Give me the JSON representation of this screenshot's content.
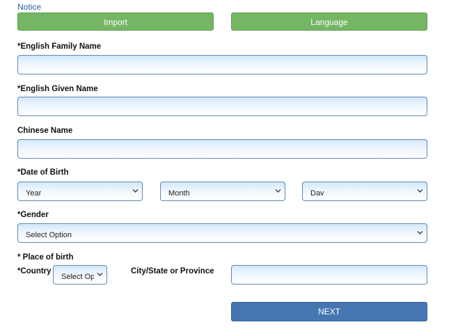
{
  "notice": {
    "label": "Notice"
  },
  "top_buttons": {
    "import_label": "Import",
    "language_label": "Language"
  },
  "fields": {
    "family_name": {
      "label": "*English Family Name",
      "value": ""
    },
    "given_name": {
      "label": "*English Given Name",
      "value": ""
    },
    "chinese_name": {
      "label": "Chinese Name",
      "value": ""
    },
    "dob": {
      "label": "*Date of Birth",
      "year": "Year",
      "month": "Month",
      "day": "Dav"
    },
    "gender": {
      "label": "*Gender",
      "selected": "Select Option"
    },
    "place_of_birth": {
      "label": "* Place of birth",
      "country_label": "*Country",
      "country_selected": "Select Option",
      "city_label": "City/State or Province",
      "city_value": ""
    }
  },
  "next": {
    "label": "NEXT"
  },
  "colors": {
    "green_button": "#75b664",
    "next_button": "#4576b1",
    "field_border": "#5f86b4",
    "notice_text": "#2a5e9c"
  },
  "icons": {
    "select_arrow": "chevron-down-icon"
  }
}
